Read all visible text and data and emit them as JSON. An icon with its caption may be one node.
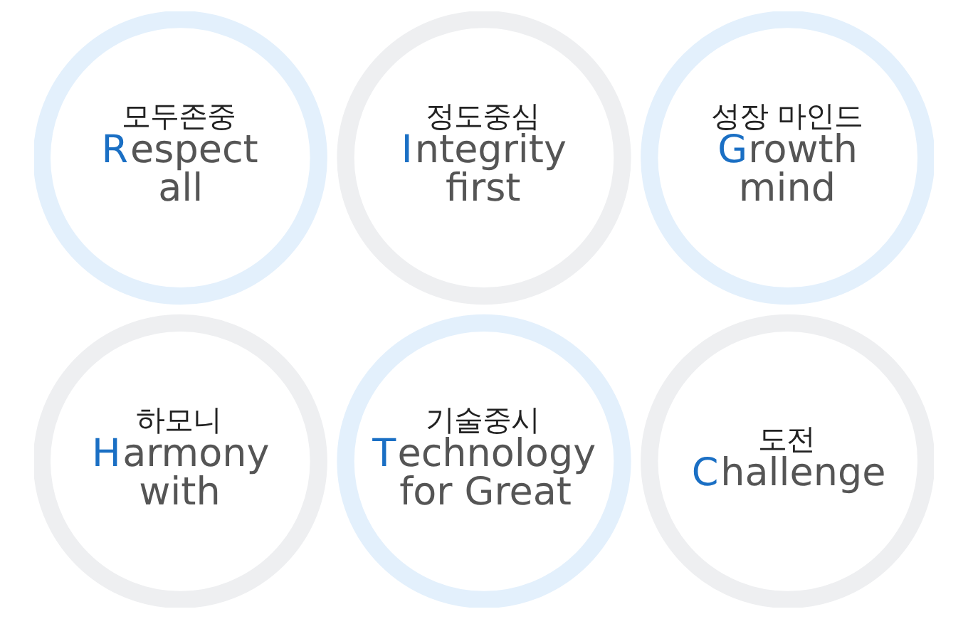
{
  "diagram": {
    "nodes": [
      {
        "text": [
          "모두존중",
          "Respect all"
        ]
      },
      {
        "text": [
          "정도중심",
          "Integrity first"
        ]
      },
      {
        "text": [
          "성장 마인드",
          "Growth mind"
        ]
      },
      {
        "text": [
          "하모니",
          "Harmony with"
        ]
      },
      {
        "text": [
          "기술중시",
          "Technology for Great"
        ]
      },
      {
        "text": [
          "도전",
          "Challenge"
        ]
      }
    ]
  }
}
